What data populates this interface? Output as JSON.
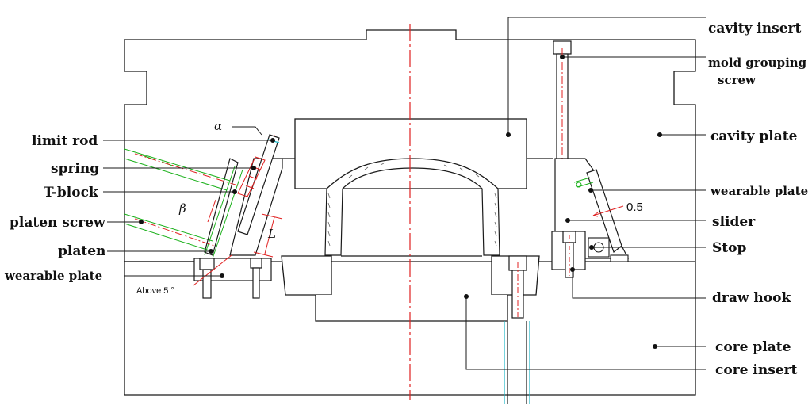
{
  "labels": {
    "cavity_insert": "cavity insert",
    "mold_grouping_screw_1": "mold grouping",
    "mold_grouping_screw_2": "screw",
    "cavity_plate": "cavity plate",
    "wearable_plate_right": "wearable plate",
    "slider": "slider",
    "stop": "Stop",
    "draw_hook": "draw hook",
    "core_plate": "core plate",
    "core_insert": "core insert",
    "limit_rod": "limit rod",
    "spring": "spring",
    "t_block": "T-block",
    "platen_screw": "platen screw",
    "platen": "platen",
    "wearable_plate_left": "wearable plate"
  },
  "annotations": {
    "alpha": "α",
    "beta": "β",
    "length": "L",
    "gap": "0.5",
    "angle_note": "Above 5 °"
  },
  "colors": {
    "outline": "#1a1a1a",
    "centerline": "#e02020",
    "green": "#19b019",
    "cyan": "#1fb8c8",
    "hatch": "#555555"
  }
}
